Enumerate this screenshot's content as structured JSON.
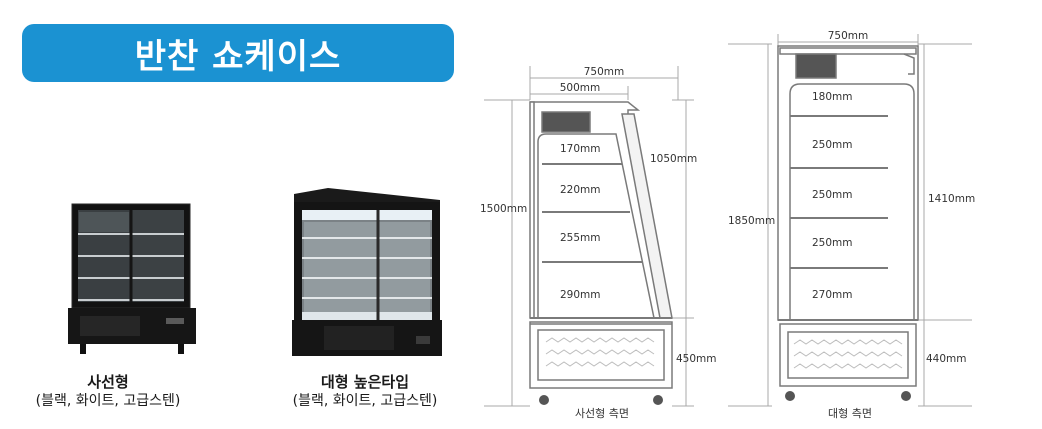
{
  "banner": {
    "title": "반찬 쇼케이스"
  },
  "products": [
    {
      "name": "사선형",
      "variants": "(블랙, 화이트, 고급스텐)"
    },
    {
      "name": "대형 높은타입",
      "variants": "(블랙, 화이트, 고급스텐)"
    }
  ],
  "diagrams": [
    {
      "caption": "사선형 측면",
      "outer_width": "750mm",
      "inner_width": "500mm",
      "total_height": "1500mm",
      "upper_height": "1050mm",
      "base_height": "450mm",
      "shelf_gaps": [
        "170mm",
        "220mm",
        "255mm",
        "290mm"
      ]
    },
    {
      "caption": "대형 측면",
      "outer_width": "750mm",
      "total_height": "1850mm",
      "upper_height": "1410mm",
      "base_height": "440mm",
      "shelf_gaps": [
        "180mm",
        "250mm",
        "250mm",
        "250mm",
        "270mm"
      ]
    }
  ],
  "colors": {
    "banner": "#1b92d2",
    "line": "#7a7a7a",
    "dim": "#a8a8a8",
    "cabinet": "#141414"
  }
}
